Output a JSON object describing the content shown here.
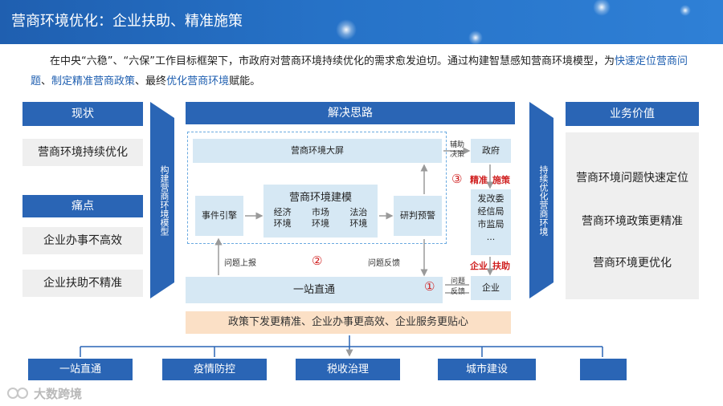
{
  "header": {
    "title": "营商环境优化：企业扶助、精准施策"
  },
  "intro": {
    "p1": "在中央“六稳”、“六保”工作目标框架下，市政府对营商环境持续优化的需求愈发迫切。通过构建智慧感知营商环境模型，为",
    "hl1": "快速定位营商问题",
    "sep1": "、",
    "hl2": "制定精准营商政策",
    "sep2": "、最终",
    "hl3": "优化营商环境",
    "end": "赋能。"
  },
  "left": {
    "status_title": "现状",
    "status_item": "营商环境持续优化",
    "pain_title": "痛点",
    "pain_items": [
      "企业办事不高效",
      "企业扶助不精准"
    ],
    "arrow_label": "构建营商环境模型"
  },
  "center": {
    "title": "解决思路",
    "screen": "营商环境大屏",
    "event_engine": "事件引擎",
    "model_title": "营商环境建模",
    "model_items": [
      "经济\n环境",
      "市场\n环境",
      "法治\n环境"
    ],
    "judge": "研判预警",
    "aux": "辅助\n决策",
    "gov": "政府",
    "circle1": "①",
    "circle2": "②",
    "circle3": "③",
    "precise": "精准",
    "policy": "施策",
    "depts": [
      "发改委",
      "经信局",
      "市监局",
      "..."
    ],
    "enterprise_red": "企业",
    "help_red": "扶助",
    "enterprise": "企业",
    "onestop": "一站直通",
    "report_up": "问题上报",
    "feedback": "问题反馈",
    "q_feedback": "问题\n反馈",
    "summary": "政策下发更精准、企业办事更高效、企业服务更贴心"
  },
  "right": {
    "arrow_label": "持续优化营商环境",
    "title": "业务价值",
    "items": [
      "营商环境问题快速定位",
      "营商环境政策更精准",
      "营商环境更优化"
    ]
  },
  "bottom": {
    "items": [
      "一站直通",
      "疫情防控",
      "税收治理",
      "城市建设"
    ]
  },
  "watermark": "大数跨境",
  "colors": {
    "primary": "#2a65b5",
    "light_box": "#d6e8f4",
    "gray_box": "#efefef",
    "accent_red": "#d02020",
    "orange_box": "#fbe0c6"
  }
}
